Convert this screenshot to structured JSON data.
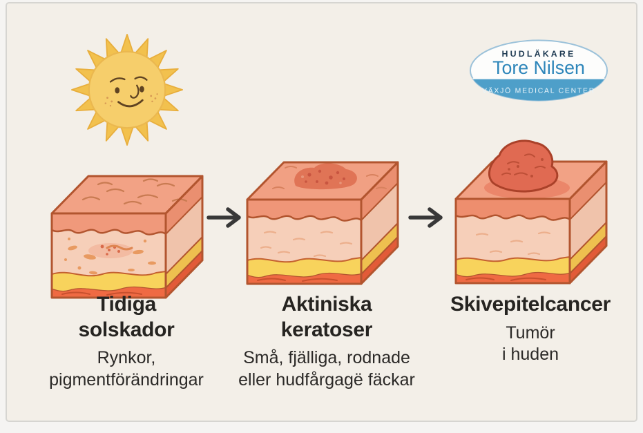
{
  "document": {
    "kind": "patient education diagram",
    "language": "Swedish",
    "topic": "Sun damage progression to squamous cell skin cancer"
  },
  "logo": {
    "top": "HUDLÄKARE",
    "name": "Tore Nilsen",
    "bottom": "VÄXJÖ MEDICAL CENTER",
    "text_blue": "#2E86BA",
    "band_blue": "#4E9FC9"
  },
  "stages": [
    {
      "title": "Tidiga\nsolskador",
      "desc": "Rynkor,\npigmentförändringar"
    },
    {
      "title": "Aktiniska\nkeratoser",
      "desc": "Små, fjälliga, rodnade\neller hudfårgagë fäckar"
    },
    {
      "title": "Skivepitelcancer",
      "desc": "Tumör\ni huden"
    }
  ],
  "icons": {
    "sun": "smiling-sun-icon",
    "arrow": "right-arrow-icon",
    "skin_block_1": "skin-cross-section-early-damage",
    "skin_block_2": "skin-cross-section-actinic-keratosis",
    "skin_block_3": "skin-cross-section-tumor"
  },
  "colors": {
    "background": "#F3EFE8",
    "text": "#262421",
    "arrow": "#383838",
    "sun_body": "#F6CE6B",
    "sun_rays": "#F2C14E",
    "skin_top_face": "#F2A285",
    "skin_epidermis": "#F0997B",
    "skin_dermis": "#F6CFB9",
    "skin_fat_layer": "#F8D35C",
    "skin_base_layer": "#EF6A43",
    "skin_outline": "#B2552F",
    "tumor": "#E06A52"
  }
}
